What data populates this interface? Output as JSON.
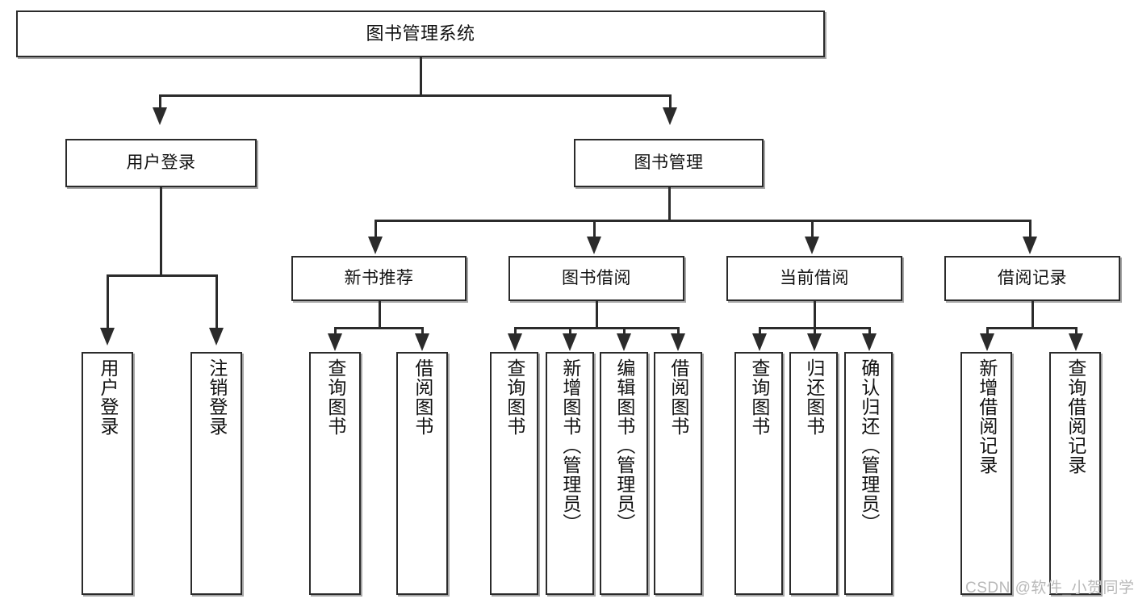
{
  "diagram": {
    "type": "tree",
    "title": "图书管理系统",
    "watermark": "CSDN @软件_小贺同学",
    "colors": {
      "box_border": "#2b2b2b",
      "box_fill": "#ffffff",
      "connector": "#2b2b2b",
      "text": "#111111",
      "watermark": "#b9b9b9",
      "background": "#ffffff"
    },
    "levels": {
      "level1": "系统",
      "level2": "模块",
      "level3": "子模块",
      "level4": "功能"
    }
  },
  "nodes": {
    "root": {
      "label": "图书管理系统"
    },
    "level2": [
      {
        "label": "用户登录"
      },
      {
        "label": "图书管理"
      }
    ],
    "level3": [
      {
        "label": "新书推荐"
      },
      {
        "label": "图书借阅"
      },
      {
        "label": "当前借阅"
      },
      {
        "label": "借阅记录"
      }
    ],
    "leaves": {
      "user_login": [
        {
          "label": "用户登录"
        },
        {
          "label": "注销登录"
        }
      ],
      "new_book_recommend": [
        {
          "label": "查询图书"
        },
        {
          "label": "借阅图书"
        }
      ],
      "book_borrow": [
        {
          "label": "查询图书"
        },
        {
          "label": "新增图书（管理员）"
        },
        {
          "label": "编辑图书（管理员）"
        },
        {
          "label": "借阅图书"
        }
      ],
      "current_borrow": [
        {
          "label": "查询图书"
        },
        {
          "label": "归还图书"
        },
        {
          "label": "确认归还（管理员）"
        }
      ],
      "borrow_record": [
        {
          "label": "新增借阅记录"
        },
        {
          "label": "查询借阅记录"
        }
      ]
    }
  }
}
